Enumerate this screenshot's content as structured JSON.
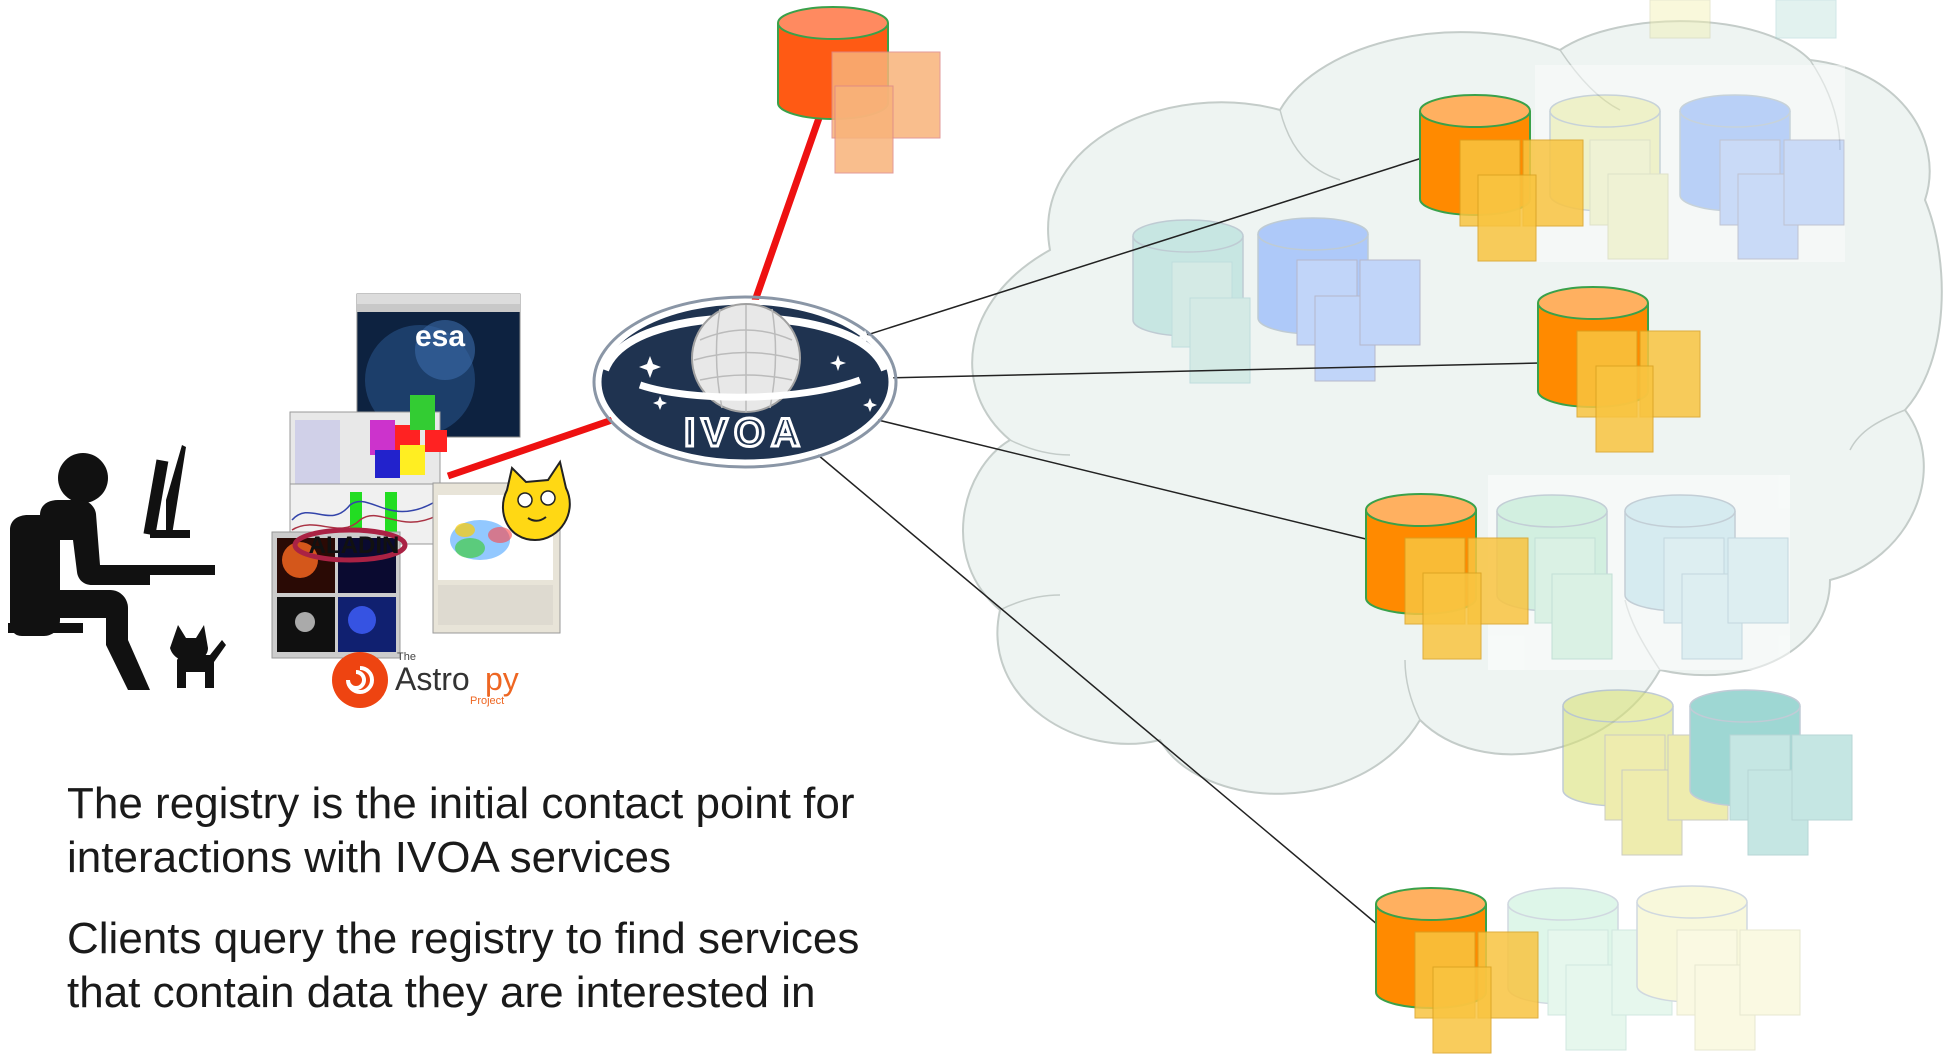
{
  "caption": {
    "paragraph_1": {
      "line_1": "The registry is the initial contact point for",
      "line_2": "interactions with IVOA services"
    },
    "paragraph_2": {
      "line_1": "Clients query the registry to find services",
      "line_2": "that contain data they are interested in"
    }
  },
  "registry_logo": {
    "label": "IVOA"
  },
  "client_apps": {
    "esa_logo": "esa",
    "aladin_logo": "ALADIN",
    "astropy_the": "The",
    "astropy_name_a": "Astro",
    "astropy_name_b": "py",
    "astropy_project": "Project"
  },
  "colors": {
    "link_red": "#ee1111",
    "cloud_fill": "#eef4f2",
    "cloud_stroke": "#c4ccc9",
    "db_orange": "#ff8800",
    "db_red_orange": "#ff5511",
    "sheet_yellow": "#f7c948",
    "sheet_orange": "#f4b071"
  },
  "icons": [
    "user-at-desk-icon",
    "dog-icon",
    "ivoa-saturn-logo",
    "database-icon",
    "cloud-shape",
    "cat-icon"
  ]
}
